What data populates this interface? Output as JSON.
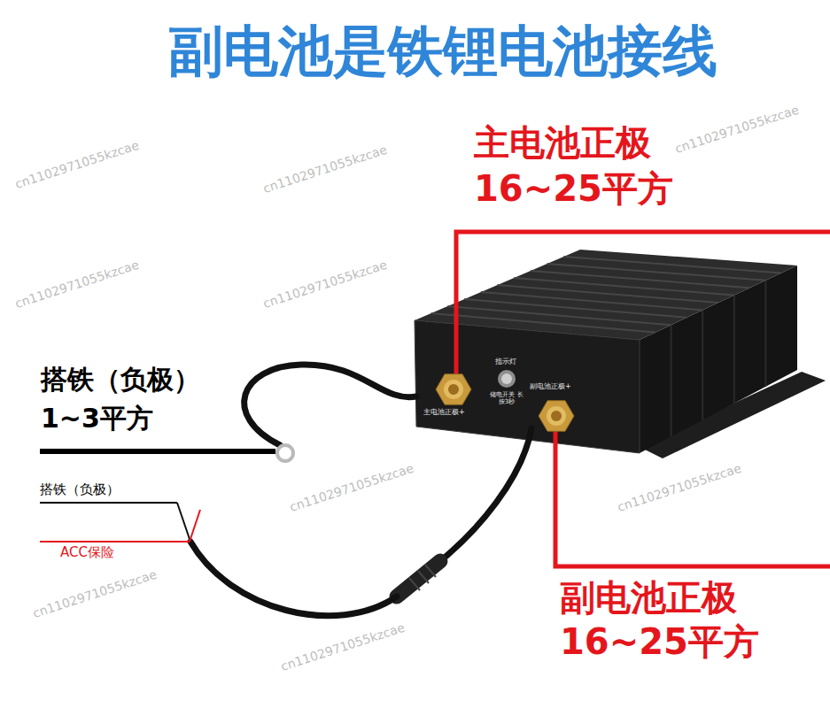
{
  "diagram": {
    "title": "副电池是铁锂电池接线",
    "labels": [
      "主电池正极",
      "16~25平方",
      "搭铁（负极）",
      "1~3平方",
      "搭铁（负极）",
      "ACC保险",
      "副电池正极",
      "16~25平方",
      "主电池正极+",
      "指示灯",
      "储电开关 长按3秒",
      "副电池正极+",
      "cn1102971055kzcae",
      "cn1102971055kzcae",
      "cn1102971055kzcae",
      "cn1102971055kzcae",
      "cn1102971055kzcae",
      "cn1102971055kzcae",
      "cn1102971055kzcae",
      "cn1102971055kzcae",
      "cn1102971055kzcae"
    ]
  }
}
